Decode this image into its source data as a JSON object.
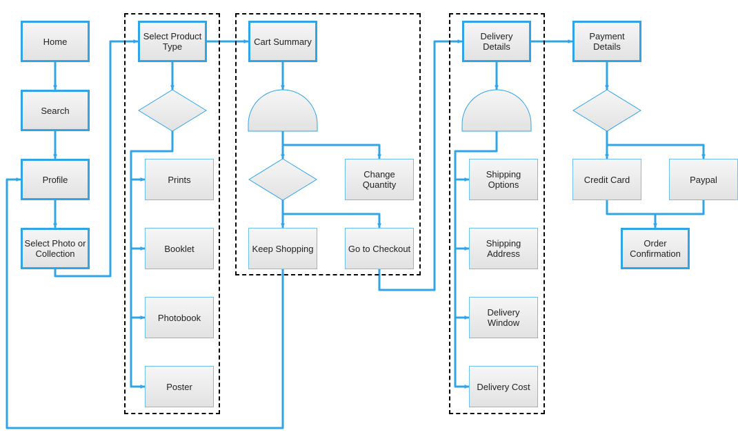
{
  "nodes": {
    "home": "Home",
    "search": "Search",
    "profile": "Profile",
    "select_photo": "Select Photo or Collection",
    "select_product_type": "Select Product Type",
    "prints": "Prints",
    "booklet": "Booklet",
    "photobook": "Photobook",
    "poster": "Poster",
    "cart_summary": "Cart Summary",
    "change_quantity": "Change Quantity",
    "keep_shopping": "Keep Shopping",
    "go_to_checkout": "Go to Checkout",
    "delivery_details": "Delivery Details",
    "shipping_options": "Shipping Options",
    "shipping_address": "Shipping Address",
    "delivery_window": "Delivery Window",
    "delivery_cost": "Delivery Cost",
    "payment_details": "Payment Details",
    "credit_card": "Credit Card",
    "paypal": "Paypal",
    "order_confirmation": "Order Confirmation"
  },
  "colors": {
    "connector": "#2fa4e7",
    "node_fill_top": "#f6f6f6",
    "node_fill_bottom": "#e2e2e2",
    "group_border": "#000000"
  }
}
